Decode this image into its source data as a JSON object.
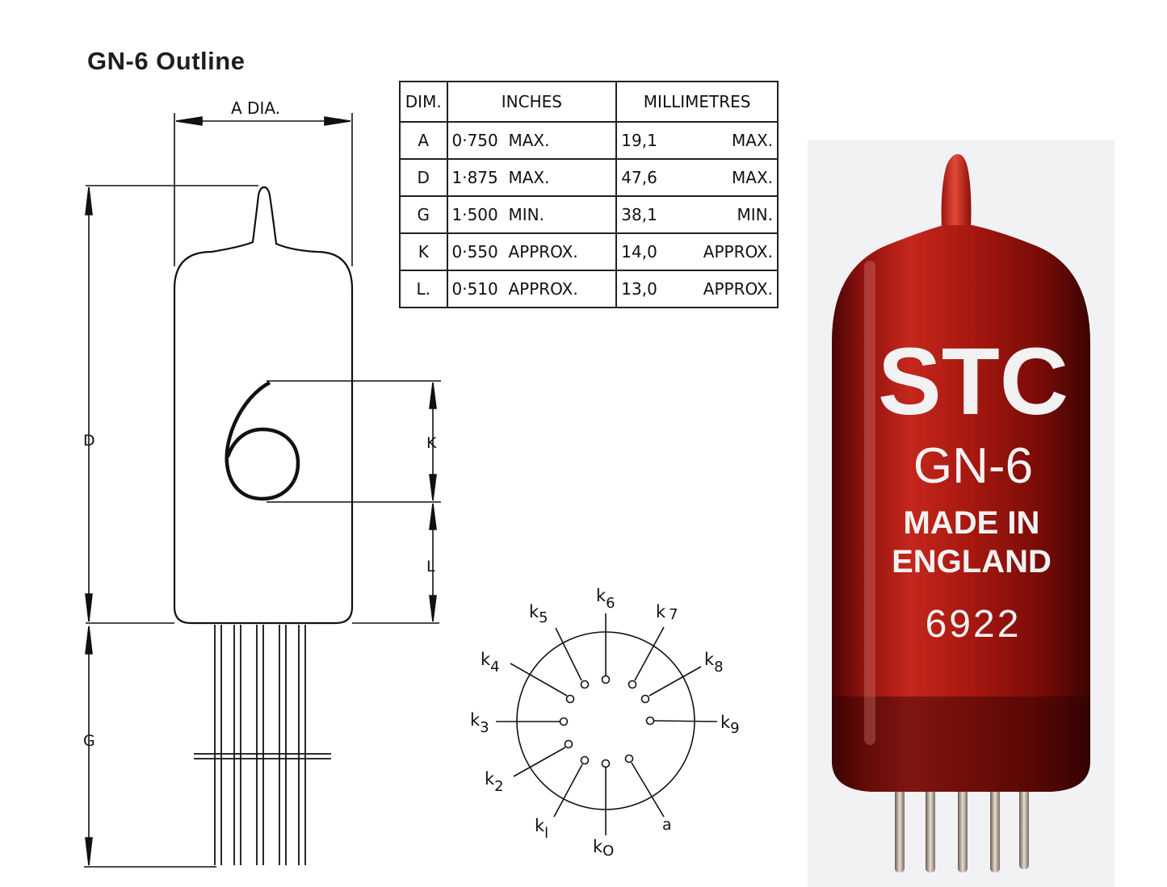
{
  "title": "GN-6 Outline",
  "outline": {
    "dim_a_label": "A DIA.",
    "dim_d_label": "D",
    "dim_g_label": "G",
    "dim_k_label": "K",
    "dim_l_label": "L",
    "digit": "6"
  },
  "table": {
    "headers": [
      "DIM.",
      "INCHES",
      "MILLIMETRES"
    ],
    "rows": [
      {
        "dim": "A",
        "inch_val": "0·750",
        "inch_note": "MAX.",
        "mm_val": "19,1",
        "mm_note": "MAX."
      },
      {
        "dim": "D",
        "inch_val": "1·875",
        "inch_note": "MAX.",
        "mm_val": "47,6",
        "mm_note": "MAX."
      },
      {
        "dim": "G",
        "inch_val": "1·500",
        "inch_note": "MIN.",
        "mm_val": "38,1",
        "mm_note": "MIN."
      },
      {
        "dim": "K",
        "inch_val": "0·550",
        "inch_note": "APPROX.",
        "mm_val": "14,0",
        "mm_note": "APPROX."
      },
      {
        "dim": "L.",
        "inch_val": "0·510",
        "inch_note": "APPROX.",
        "mm_val": "13,0",
        "mm_note": "APPROX."
      }
    ]
  },
  "pinout": {
    "k0": {
      "letter": "k",
      "sub": "O"
    },
    "k1": {
      "letter": "k",
      "sub": "l"
    },
    "k2": {
      "letter": "k",
      "sub": "2"
    },
    "k3": {
      "letter": "k",
      "sub": "3"
    },
    "k4": {
      "letter": "k",
      "sub": "4"
    },
    "k5": {
      "letter": "k",
      "sub": "5"
    },
    "k6": {
      "letter": "k",
      "sub": "6"
    },
    "k7": {
      "letter": "k",
      "sub": "7"
    },
    "k8": {
      "letter": "k",
      "sub": "8"
    },
    "k9": {
      "letter": "k",
      "sub": "9"
    },
    "anode": "a"
  },
  "photo": {
    "brand": "STC",
    "model": "GN-6",
    "made_line1": "MADE IN",
    "made_line2": "ENGLAND",
    "code": "6922"
  },
  "colors": {
    "glass_red": "#b01a14",
    "glass_dark": "#5a0806",
    "print_white": "#f2f2f2"
  }
}
